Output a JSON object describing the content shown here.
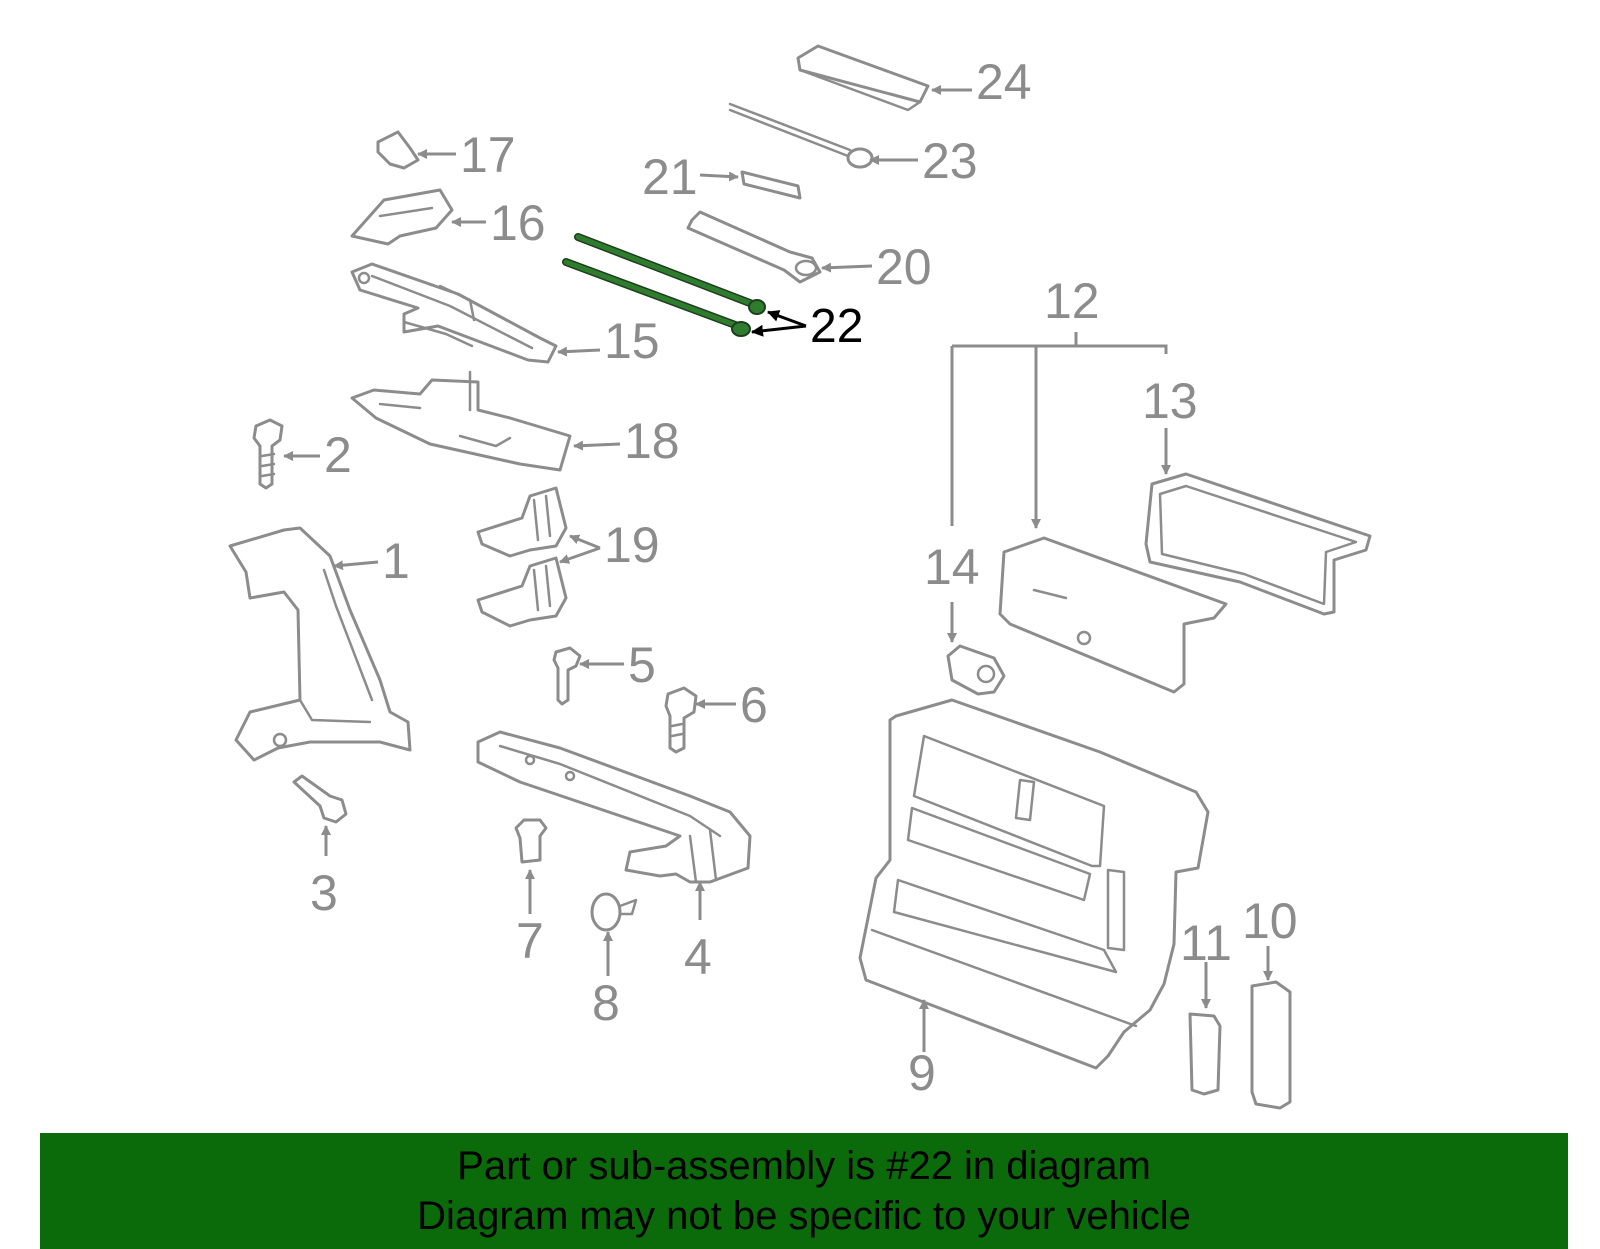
{
  "diagram": {
    "callouts": {
      "c1": "1",
      "c2": "2",
      "c3": "3",
      "c4": "4",
      "c5": "5",
      "c6": "6",
      "c7": "7",
      "c8": "8",
      "c9": "9",
      "c10": "10",
      "c11": "11",
      "c12": "12",
      "c13": "13",
      "c14": "14",
      "c15": "15",
      "c16": "16",
      "c17": "17",
      "c18": "18",
      "c19": "19",
      "c20": "20",
      "c21": "21",
      "c22": "22",
      "c23": "23",
      "c24": "24"
    },
    "highlighted_part": "22",
    "colors": {
      "line_art": "#8c8c8c",
      "highlight_part": "#2e7d2e",
      "highlight_label": "#000000",
      "banner_bg": "#0b6b0b"
    }
  },
  "banner": {
    "line1": "Part or sub-assembly is #22 in diagram",
    "line2": "Diagram may not be specific to your vehicle"
  }
}
